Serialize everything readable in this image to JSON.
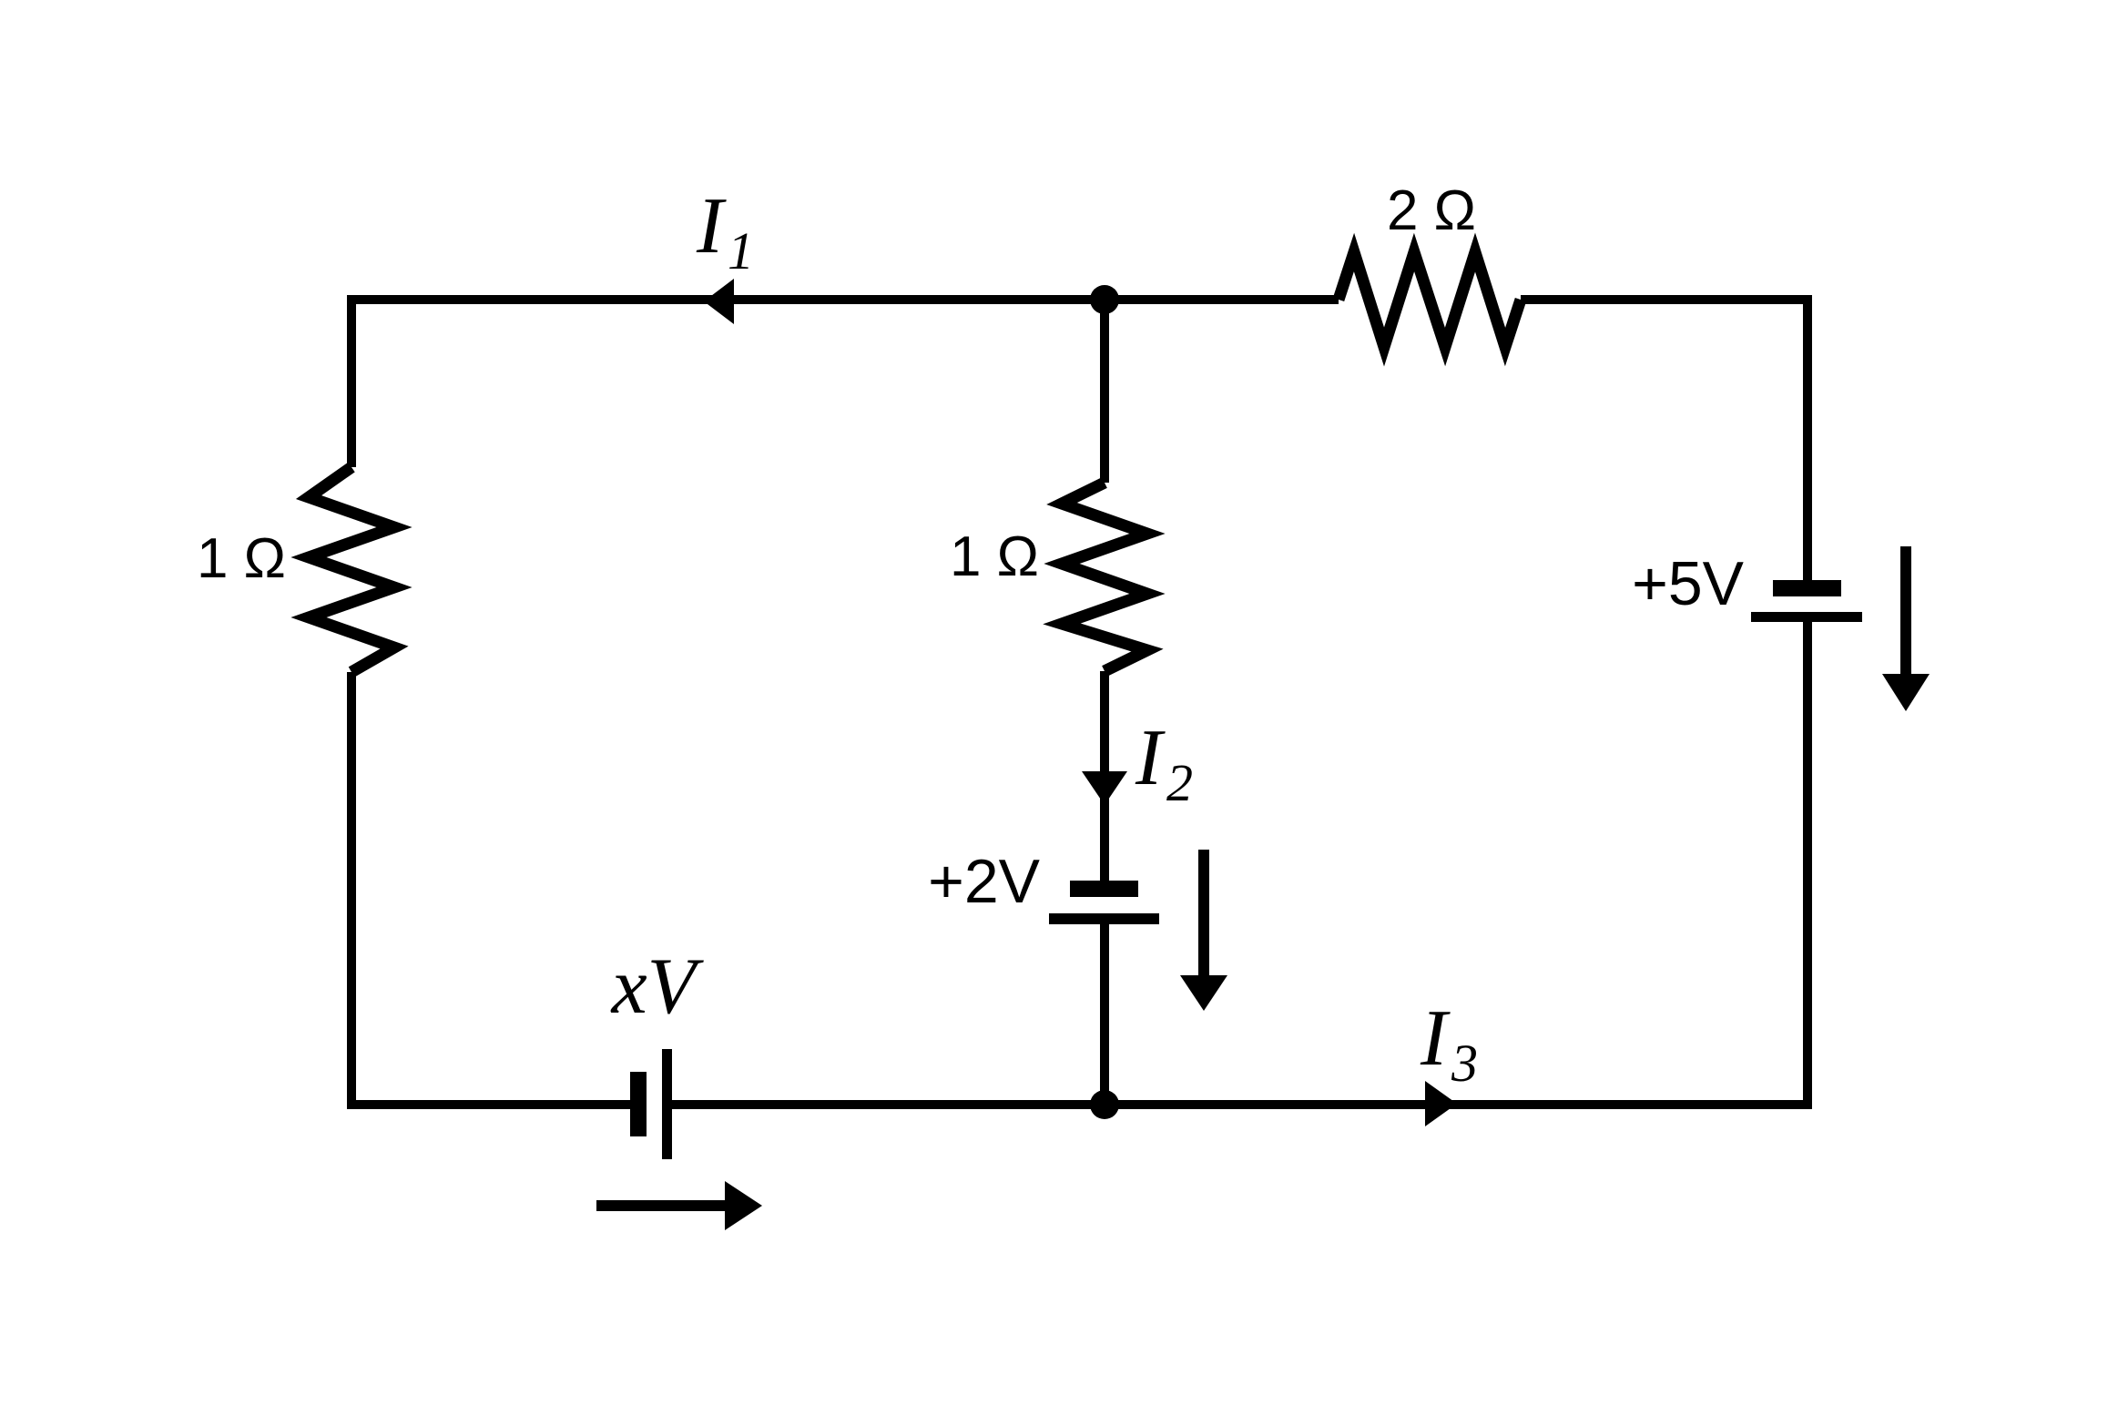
{
  "figure": {
    "background_color": "#ffffff",
    "ink_color": "#000000"
  },
  "resistors": [
    {
      "label": "1 Ω",
      "position": "left-branch",
      "orientation": "vertical"
    },
    {
      "label": "1 Ω",
      "position": "middle-branch",
      "orientation": "vertical"
    },
    {
      "label": "2 Ω",
      "position": "top-right-wire",
      "orientation": "horizontal"
    }
  ],
  "batteries": [
    {
      "label": "+2V",
      "position": "middle-branch",
      "direction_arrow": "down"
    },
    {
      "label": "+5V",
      "position": "right-branch",
      "direction_arrow": "down"
    },
    {
      "label": "xV",
      "position": "bottom-wire",
      "direction_arrow": "right"
    }
  ],
  "currents": [
    {
      "label_base": "I",
      "label_sub": "1",
      "direction": "left",
      "position": "top-wire"
    },
    {
      "label_base": "I",
      "label_sub": "2",
      "direction": "down",
      "position": "middle-branch"
    },
    {
      "label_base": "I",
      "label_sub": "3",
      "direction": "right",
      "position": "bottom-wire"
    }
  ]
}
